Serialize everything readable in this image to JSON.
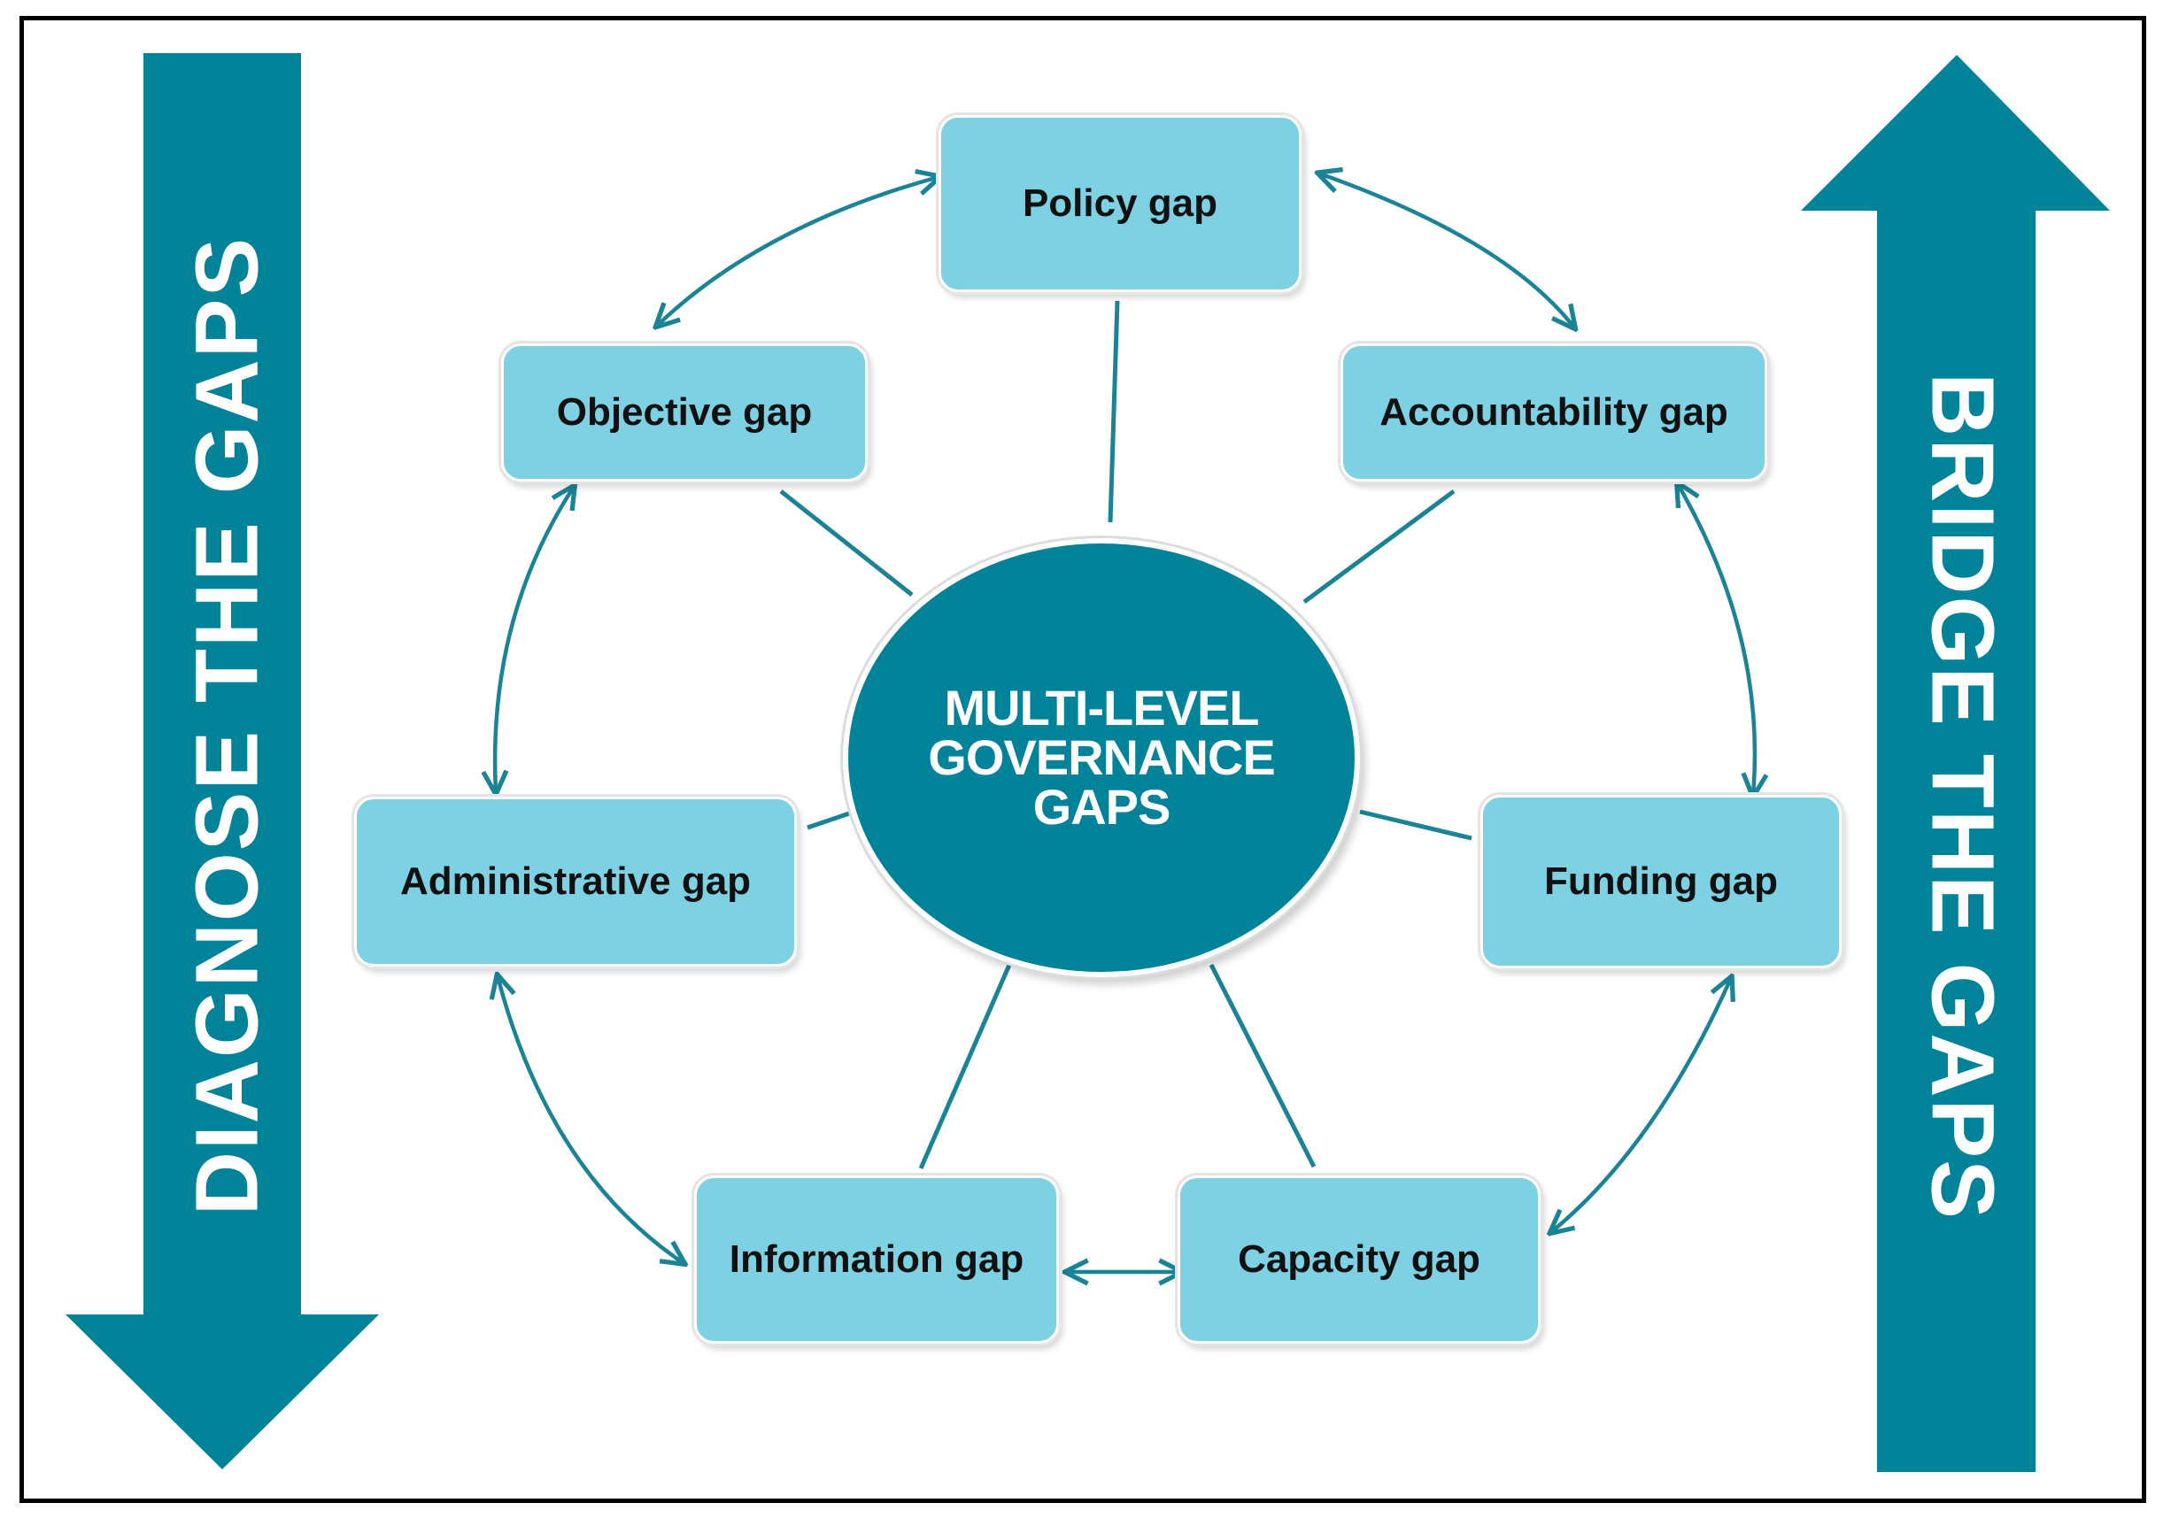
{
  "diagram": {
    "center": {
      "lines": [
        "MULTI-LEVEL",
        "GOVERNANCE",
        "GAPS"
      ]
    },
    "left_arrow": {
      "label": "DIAGNOSE THE GAPS",
      "direction": "down"
    },
    "right_arrow": {
      "label": "BRIDGE THE GAPS",
      "direction": "up"
    },
    "nodes": {
      "policy": "Policy gap",
      "accountability": "Accountability gap",
      "funding": "Funding gap",
      "capacity": "Capacity gap",
      "information": "Information gap",
      "administrative": "Administrative gap",
      "objective": "Objective gap"
    },
    "colors": {
      "teal_dark": "#008399",
      "teal_light": "#7ed1e2",
      "connector": "#1a8395",
      "text": "#111111"
    }
  }
}
